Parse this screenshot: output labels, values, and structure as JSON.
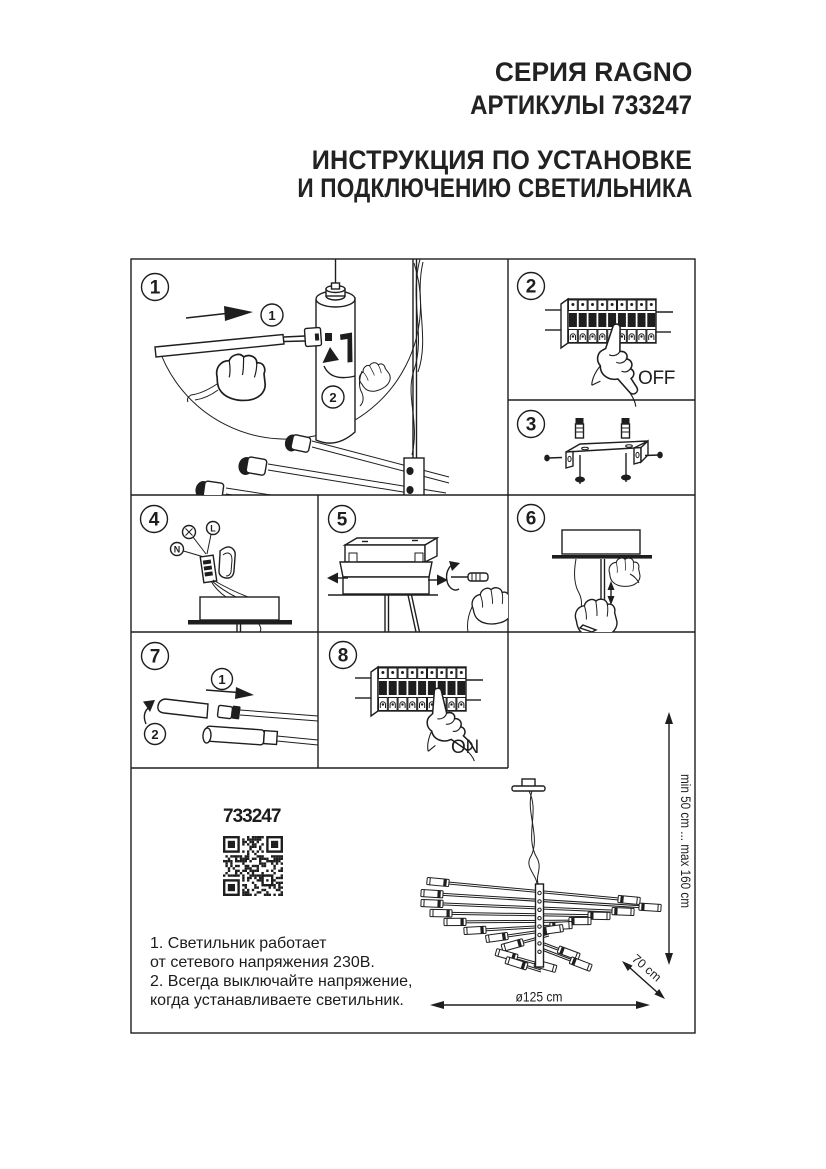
{
  "header": {
    "series": "СЕРИЯ RAGNO",
    "articles": "АРТИКУЛЫ 733247",
    "title_line1": "ИНСТРУКЦИЯ ПО УСТАНОВКЕ",
    "title_line2": "И ПОДКЛЮЧЕНИЮ СВЕТИЛЬНИКА"
  },
  "panels": {
    "p1": {
      "number": "1",
      "step1": "1",
      "step2": "2"
    },
    "p2": {
      "number": "2",
      "state_label": "OFF"
    },
    "p3": {
      "number": "3"
    },
    "p4": {
      "number": "4",
      "wire_n": "N",
      "wire_l": "L"
    },
    "p5": {
      "number": "5"
    },
    "p6": {
      "number": "6"
    },
    "p7": {
      "number": "7",
      "step1": "1",
      "step2": "2"
    },
    "p8": {
      "number": "8",
      "state_label": "ON"
    }
  },
  "footer": {
    "article": "733247",
    "notes": [
      "1. Светильник работает",
      "от сетевого напряжения 230В.",
      "2. Всегда выключайте напряжение,",
      "когда устанавливаете светильник."
    ],
    "dimensions": {
      "diameter": "ø125 cm",
      "projection": "70 cm",
      "height_range": "min 50 cm ... max 160 cm"
    }
  },
  "colors": {
    "ink": "#1e1e1e",
    "background": "#ffffff"
  }
}
